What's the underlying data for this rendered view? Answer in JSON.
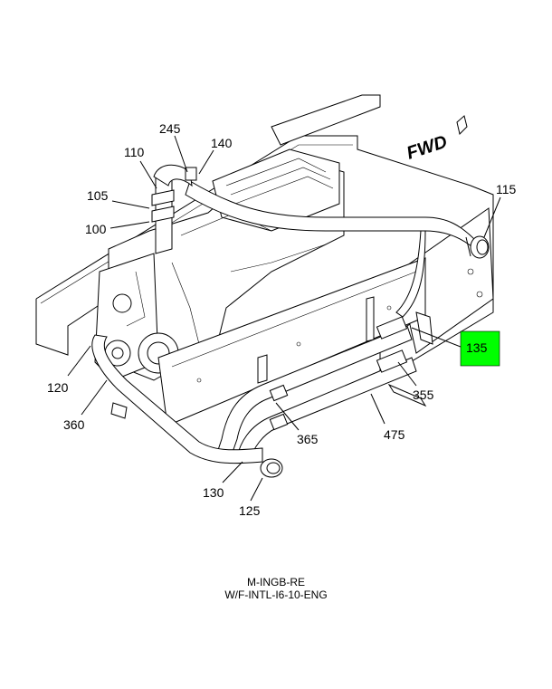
{
  "direction_marker": "FWD",
  "callouts": {
    "c245": "245",
    "c140": "140",
    "c110": "110",
    "c105": "105",
    "c100": "100",
    "c115": "115",
    "c135": "135",
    "c120": "120",
    "c360": "360",
    "c355": "355",
    "c365": "365",
    "c475": "475",
    "c130": "130",
    "c125": "125"
  },
  "caption": {
    "line1": "M-INGB-RE",
    "line2": "W/F-INTL-I6-10-ENG"
  },
  "colors": {
    "highlight": "#00ff00",
    "line": "#000000",
    "background": "#ffffff"
  }
}
